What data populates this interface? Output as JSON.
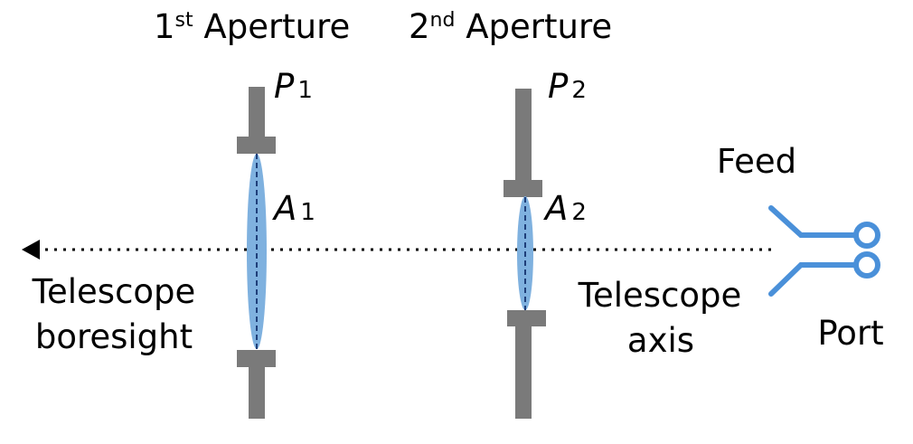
{
  "apertures": [
    {
      "number": "1",
      "ordinal_suffix": "st",
      "title_word": "Aperture",
      "plane_symbol": "P",
      "plane_index": "1",
      "aperture_symbol": "A",
      "aperture_index": "1"
    },
    {
      "number": "2",
      "ordinal_suffix": "nd",
      "title_word": "Aperture",
      "plane_symbol": "P",
      "plane_index": "2",
      "aperture_symbol": "A",
      "aperture_index": "2"
    }
  ],
  "labels": {
    "boresight_line1": "Telescope",
    "boresight_line2": "boresight",
    "axis_line1": "Telescope",
    "axis_line2": "axis",
    "feed": "Feed",
    "port": "Port"
  },
  "colors": {
    "stop": "#7a7a7a",
    "lens": "#7fb1df",
    "feed": "#4a90d9",
    "text": "#000000"
  }
}
